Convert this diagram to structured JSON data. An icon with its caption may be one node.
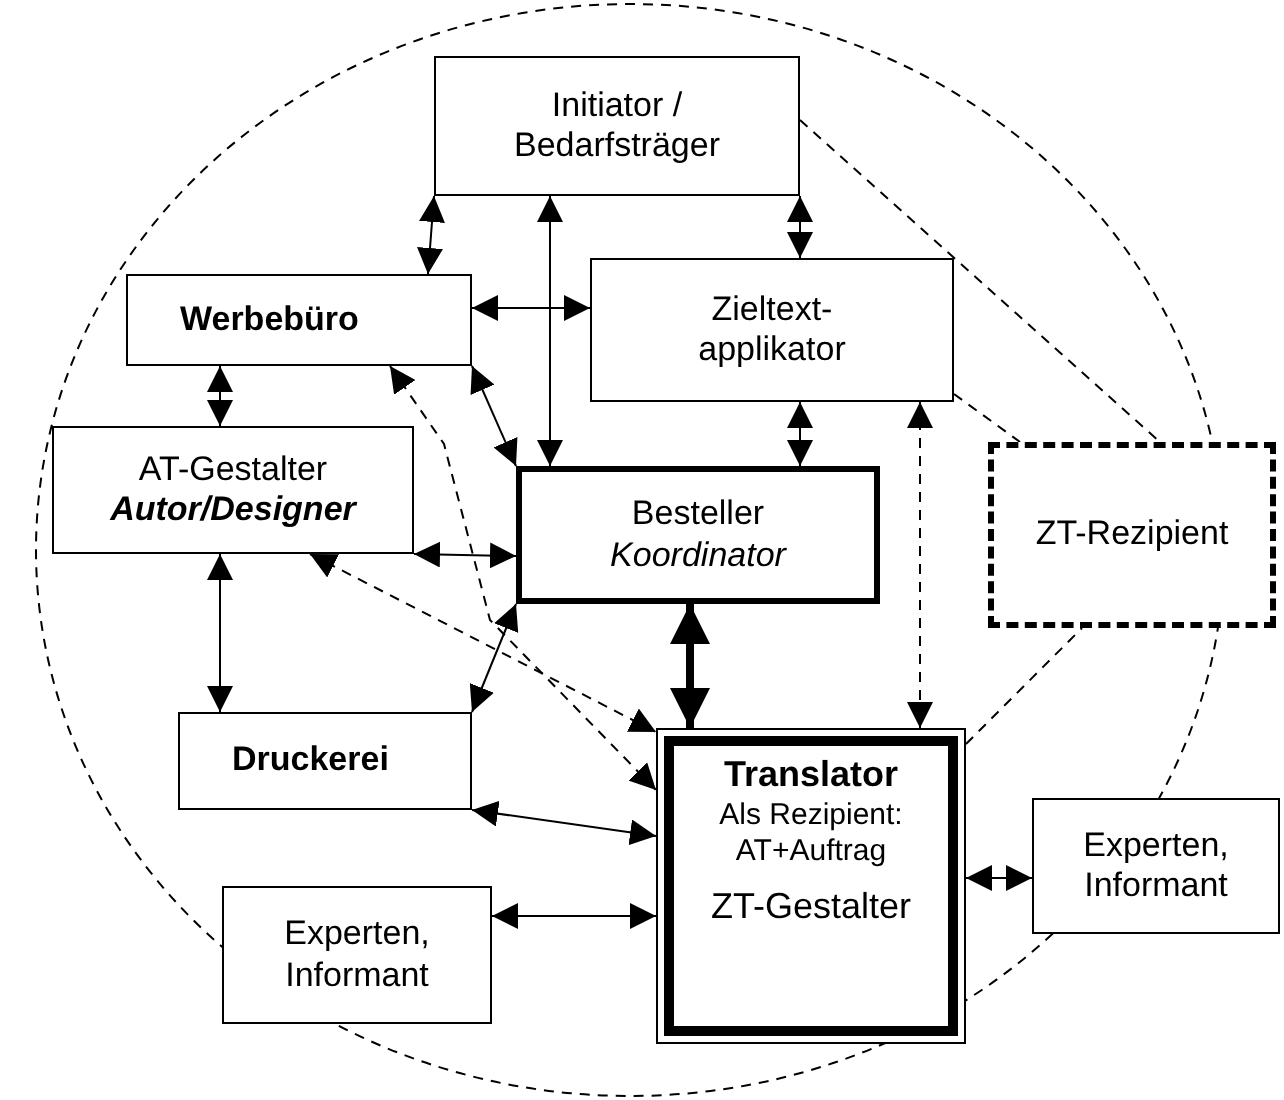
{
  "diagram": {
    "nodes": [
      {
        "text": [
          "Initiator / Bedarfsträger"
        ]
      },
      {
        "text": [
          "Werbebüro"
        ]
      },
      {
        "text": [
          "Zieltext-applikator"
        ]
      },
      {
        "text": [
          "AT-Gestalter",
          "Autor/Designer"
        ]
      },
      {
        "text": [
          "Besteller",
          "Koordinator"
        ]
      },
      {
        "text": [
          "ZT-Rezipient"
        ]
      },
      {
        "text": [
          "Druckerei"
        ]
      },
      {
        "text": [
          "Translator",
          "Als Rezipient: AT+Auftrag",
          "ZT-Gestalter"
        ]
      },
      {
        "text": [
          "Experten, Informant"
        ]
      },
      {
        "text": [
          "Experten, Informant"
        ]
      }
    ],
    "edges": [
      {
        "from": 0,
        "to": 1,
        "arrow": "both"
      },
      {
        "from": 4,
        "to": 0,
        "arrow": "both"
      },
      {
        "from": 0,
        "to": 2,
        "arrow": "both"
      },
      {
        "from": 1,
        "to": 2,
        "arrow": "both"
      },
      {
        "from": 1,
        "to": 4,
        "arrow": "both"
      },
      {
        "from": 1,
        "to": 3,
        "arrow": "both"
      },
      {
        "from": 2,
        "to": 4,
        "arrow": "both"
      },
      {
        "from": 2,
        "to": 7,
        "arrow": "both",
        "style": "dashed"
      },
      {
        "from": 3,
        "to": 4,
        "arrow": "both"
      },
      {
        "from": 3,
        "to": 6,
        "arrow": "both"
      },
      {
        "from": 4,
        "to": 6,
        "arrow": "both"
      },
      {
        "from": 4,
        "to": 7,
        "arrow": "both",
        "style": "thick"
      },
      {
        "from": 1,
        "to": 7,
        "arrow": "both",
        "style": "dashed"
      },
      {
        "from": 3,
        "to": 7,
        "arrow": "both",
        "style": "dashed"
      },
      {
        "from": 6,
        "to": 7,
        "arrow": "both"
      },
      {
        "from": 8,
        "to": 7,
        "arrow": "both"
      },
      {
        "from": 7,
        "to": 9,
        "arrow": "both"
      },
      {
        "from": 0,
        "to": 5,
        "arrow": "none",
        "style": "dashed"
      },
      {
        "from": 2,
        "to": 5,
        "arrow": "none",
        "style": "dashed"
      },
      {
        "from": 7,
        "to": 5,
        "arrow": "none",
        "style": "dashed"
      }
    ]
  }
}
